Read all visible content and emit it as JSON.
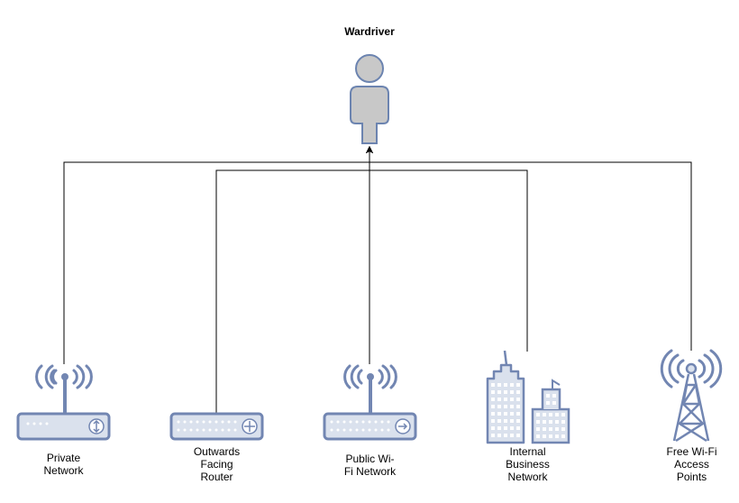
{
  "title": "Wardriver",
  "nodes": [
    {
      "id": "private",
      "label": "Private\nNetwork",
      "icon": "wireless-router-icon"
    },
    {
      "id": "router",
      "label": "Outwards\nFacing\nRouter",
      "icon": "router-icon"
    },
    {
      "id": "public",
      "label": "Public Wi-\nFi Network",
      "icon": "wireless-router-icon"
    },
    {
      "id": "business",
      "label": "Internal\nBusiness\nNetwork",
      "icon": "office-buildings-icon"
    },
    {
      "id": "free",
      "label": "Free Wi-Fi\nAccess\nPoints",
      "icon": "radio-tower-icon"
    }
  ],
  "colors": {
    "device_fill": "#dae1ed",
    "device_stroke": "#7286b2",
    "person_fill": "#c8c8c8",
    "person_stroke": "#6c84b0",
    "line": "#000000"
  }
}
